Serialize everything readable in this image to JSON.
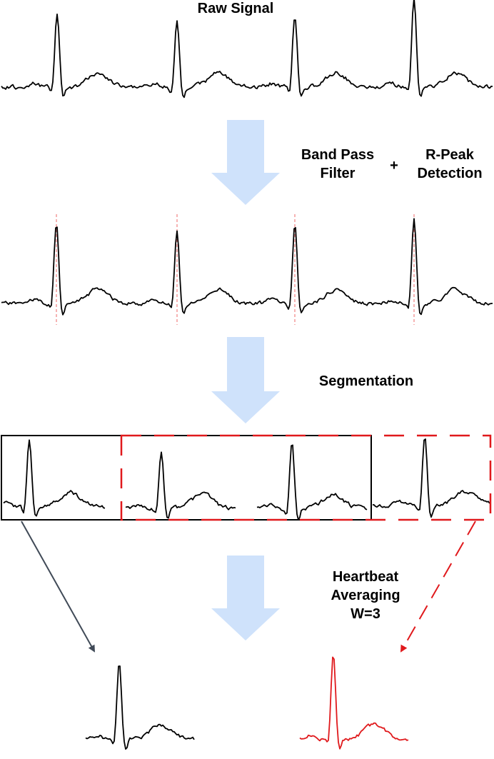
{
  "labels": {
    "raw_signal": "Raw Signal",
    "band_pass_line1": "Band Pass",
    "band_pass_line2": "Filter",
    "plus": "+",
    "rpeak_line1": "R-Peak",
    "rpeak_line2": "Detection",
    "segmentation": "Segmentation",
    "averaging_line1": "Heartbeat",
    "averaging_line2": "Averaging",
    "averaging_line3": "W=3"
  },
  "colors": {
    "signal": "#000000",
    "highlight": "#e0191c",
    "peak_marker": "#f08080",
    "flow_arrow": "#cfe2fb",
    "link_arrow": "#404a57"
  }
}
